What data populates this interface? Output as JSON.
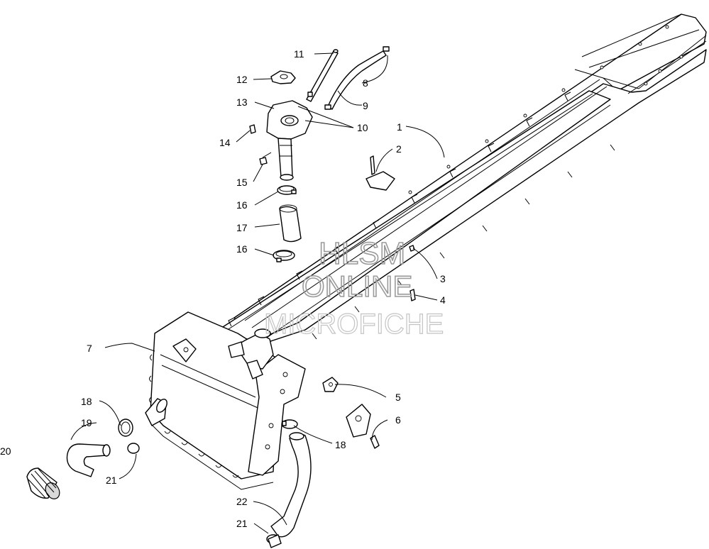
{
  "diagram": {
    "callouts": [
      {
        "id": "c1",
        "label": "1"
      },
      {
        "id": "c2",
        "label": "2"
      },
      {
        "id": "c3",
        "label": "3"
      },
      {
        "id": "c4",
        "label": "4"
      },
      {
        "id": "c5",
        "label": "5"
      },
      {
        "id": "c6",
        "label": "6"
      },
      {
        "id": "c7",
        "label": "7"
      },
      {
        "id": "c8",
        "label": "8"
      },
      {
        "id": "c9",
        "label": "9"
      },
      {
        "id": "c10",
        "label": "10"
      },
      {
        "id": "c11",
        "label": "11"
      },
      {
        "id": "c12",
        "label": "12"
      },
      {
        "id": "c13",
        "label": "13"
      },
      {
        "id": "c14",
        "label": "14"
      },
      {
        "id": "c15",
        "label": "15"
      },
      {
        "id": "c16a",
        "label": "16"
      },
      {
        "id": "c16b",
        "label": "16"
      },
      {
        "id": "c17",
        "label": "17"
      },
      {
        "id": "c18a",
        "label": "18"
      },
      {
        "id": "c18b",
        "label": "18"
      },
      {
        "id": "c19",
        "label": "19"
      },
      {
        "id": "c20",
        "label": "20"
      },
      {
        "id": "c21a",
        "label": "21"
      },
      {
        "id": "c21b",
        "label": "21"
      },
      {
        "id": "c22",
        "label": "22"
      }
    ]
  },
  "watermark": {
    "line1": "HLSM",
    "line2": "ONLINE",
    "line3": "MICROFICHE"
  }
}
